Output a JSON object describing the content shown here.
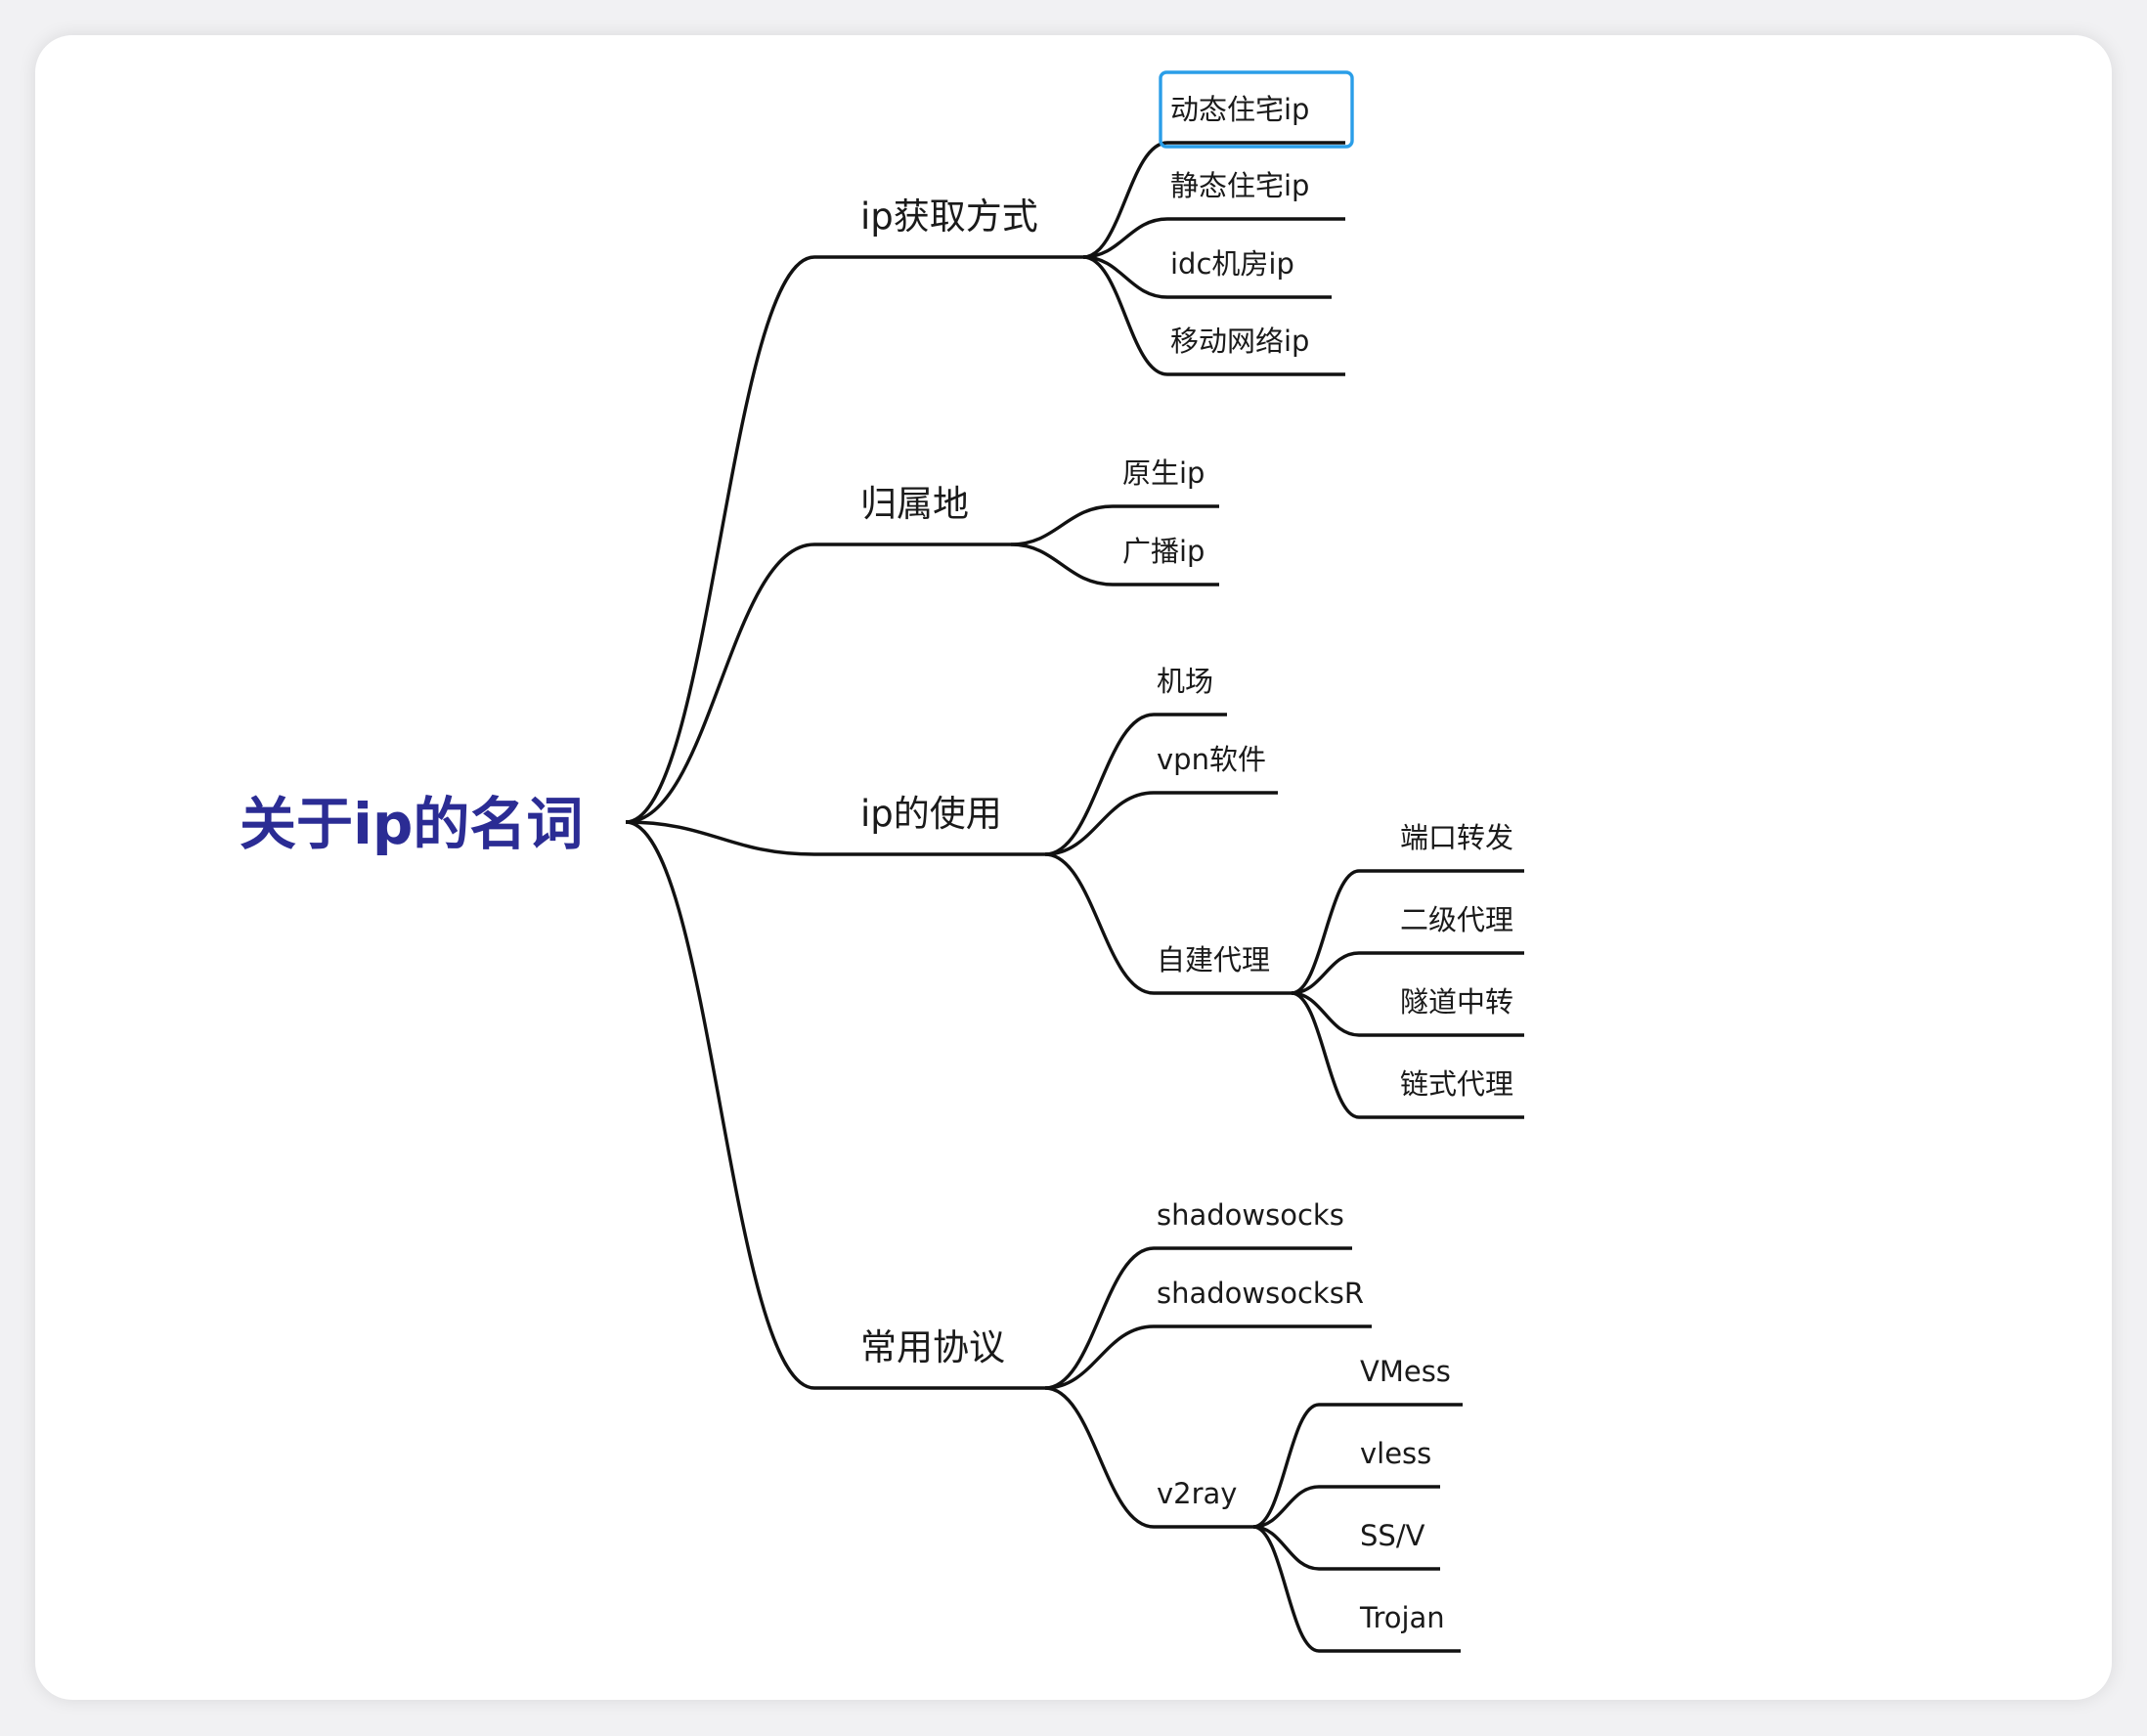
{
  "colors": {
    "root_text": "#2b2c94",
    "line": "#111111",
    "selection": "#2a9ee8",
    "card_background": "#ffffff",
    "page_background": "#f1f1f3"
  },
  "mindmap": {
    "root": "关于ip的名词",
    "selected": "动态住宅ip",
    "branches": [
      {
        "label": "ip获取方式",
        "children": [
          {
            "label": "动态住宅ip"
          },
          {
            "label": "静态住宅ip"
          },
          {
            "label": "idc机房ip"
          },
          {
            "label": "移动网络ip"
          }
        ]
      },
      {
        "label": "归属地",
        "children": [
          {
            "label": "原生ip"
          },
          {
            "label": "广播ip"
          }
        ]
      },
      {
        "label": "ip的使用",
        "children": [
          {
            "label": "机场"
          },
          {
            "label": "vpn软件"
          },
          {
            "label": "自建代理",
            "children": [
              {
                "label": "端口转发"
              },
              {
                "label": "二级代理"
              },
              {
                "label": "隧道中转"
              },
              {
                "label": "链式代理"
              }
            ]
          }
        ]
      },
      {
        "label": "常用协议",
        "children": [
          {
            "label": "shadowsocks"
          },
          {
            "label": "shadowsocksR"
          },
          {
            "label": "v2ray",
            "children": [
              {
                "label": "VMess"
              },
              {
                "label": "vless"
              },
              {
                "label": "SS/V"
              },
              {
                "label": "Trojan"
              }
            ]
          }
        ]
      }
    ]
  }
}
